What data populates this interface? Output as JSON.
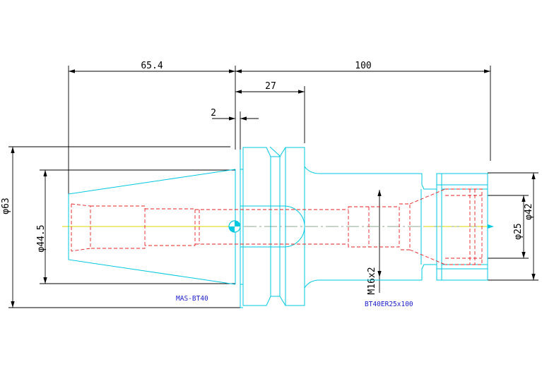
{
  "dimensions": {
    "total_left_length": "65.4",
    "total_right_length": "100",
    "flange_width": "27",
    "flange_step": "2",
    "taper_diameter": "φ63",
    "gauge_diameter": "φ44.5",
    "thread": "M16x2",
    "nut_diameter": "φ42",
    "collet_diameter": "φ25"
  },
  "labels": {
    "spindle_interface": "MAS-BT40",
    "holder_model": "BT40ER25x100"
  },
  "colors": {
    "outline": "#00c8e0",
    "hidden": "#e82020",
    "centerline": "#d8d800",
    "dimension": "#000000",
    "note": "#1c1ccc"
  }
}
